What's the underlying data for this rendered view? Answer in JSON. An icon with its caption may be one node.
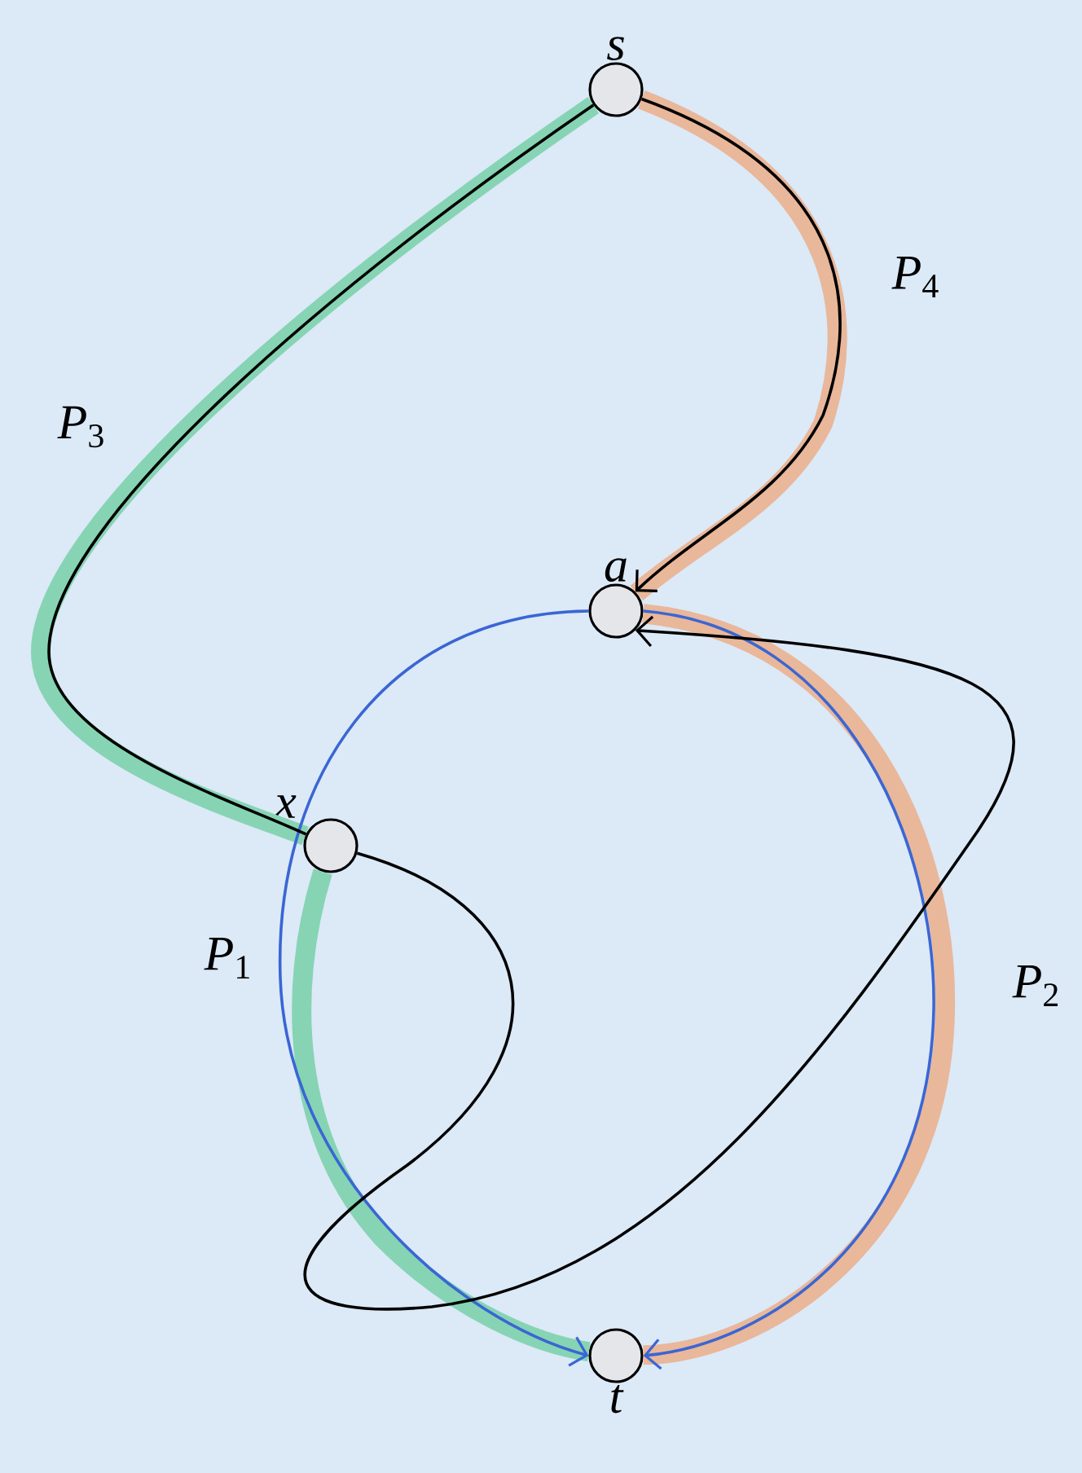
{
  "diagram": {
    "nodes": [
      {
        "text": [
          "s"
        ]
      },
      {
        "text": [
          "a"
        ]
      },
      {
        "text": [
          "x"
        ]
      },
      {
        "text": [
          "t"
        ]
      }
    ],
    "edges": [
      {
        "from": 0,
        "to": 2,
        "arrow": "none",
        "style": "thick",
        "color": "#86d4b4",
        "label": "*P*$_{3}$"
      },
      {
        "from": 2,
        "to": 3,
        "arrow": "none",
        "style": "thick",
        "color": "#86d4b4",
        "label": "*P*$_{1}$"
      },
      {
        "from": 0,
        "to": 1,
        "arrow": "none",
        "style": "thick",
        "color": "#e9b79a",
        "label": "*P*$_{4}$"
      },
      {
        "from": 1,
        "to": 3,
        "arrow": "none",
        "style": "thick",
        "color": "#e9b79a",
        "label": "*P*$_{2}$"
      },
      {
        "from": 1,
        "to": 3,
        "arrow": "to",
        "color": "#3a66d4"
      },
      {
        "from": 1,
        "to": 3,
        "arrow": "to",
        "color": "#3a66d4"
      },
      {
        "from": 0,
        "to": 2,
        "arrow": "none"
      },
      {
        "from": 2,
        "to": 1,
        "arrow": "to"
      },
      {
        "from": 0,
        "to": 1,
        "arrow": "to"
      }
    ]
  }
}
